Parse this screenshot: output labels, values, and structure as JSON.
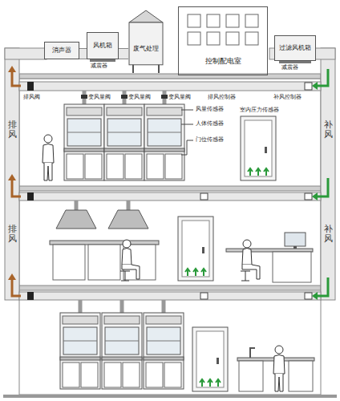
{
  "diagram": {
    "nodes": [
      {
        "text": [
          "消声器"
        ]
      },
      {
        "text": [
          "风机箱"
        ]
      },
      {
        "text": [
          "废气处理"
        ]
      },
      {
        "text": [
          "控制配电室"
        ]
      },
      {
        "text": [
          "过滤风机箱"
        ]
      }
    ],
    "edges": [
      {
        "from": 0,
        "to": 1,
        "arrow": "none"
      },
      {
        "from": 1,
        "to": 2,
        "arrow": "none"
      }
    ],
    "labels": [
      "减震器",
      "减震器",
      "排风",
      "排风",
      "补风",
      "补风",
      "排风阀",
      "变风量阀",
      "变风量阀",
      "变风量阀",
      "排风控制器",
      "补风控制器",
      "风量传感器",
      "人体传感器",
      "门位传感器",
      "室内压力传感器"
    ]
  }
}
